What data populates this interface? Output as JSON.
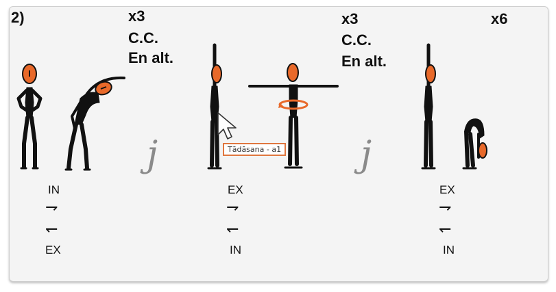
{
  "step_number": "2)",
  "repeat_groups": [
    {
      "count": "x3",
      "line2": "C.C.",
      "line3": "En alt."
    },
    {
      "count": "x3",
      "line2": "C.C.",
      "line3": "En alt."
    },
    {
      "count": "x6"
    }
  ],
  "separator_glyph": "j",
  "breath_columns": [
    {
      "top": "IN",
      "bottom": "EX"
    },
    {
      "top": "EX",
      "bottom": "IN"
    },
    {
      "top": "EX",
      "bottom": "IN"
    }
  ],
  "arrow_right": "⇁",
  "arrow_left": "↽",
  "tooltip_text": "Tādāsana - a1",
  "colors": {
    "body": "#111111",
    "head": "#e8692a",
    "card": "#f4f4f4",
    "tooltip_border": "#e0773f"
  },
  "icons": [
    "hands-on-hips-standing-figure",
    "side-bend-figure",
    "arms-up-standing-figure",
    "arms-out-twist-figure",
    "arms-up-standing-figure",
    "forward-fold-figure",
    "mouse-cursor-icon"
  ]
}
